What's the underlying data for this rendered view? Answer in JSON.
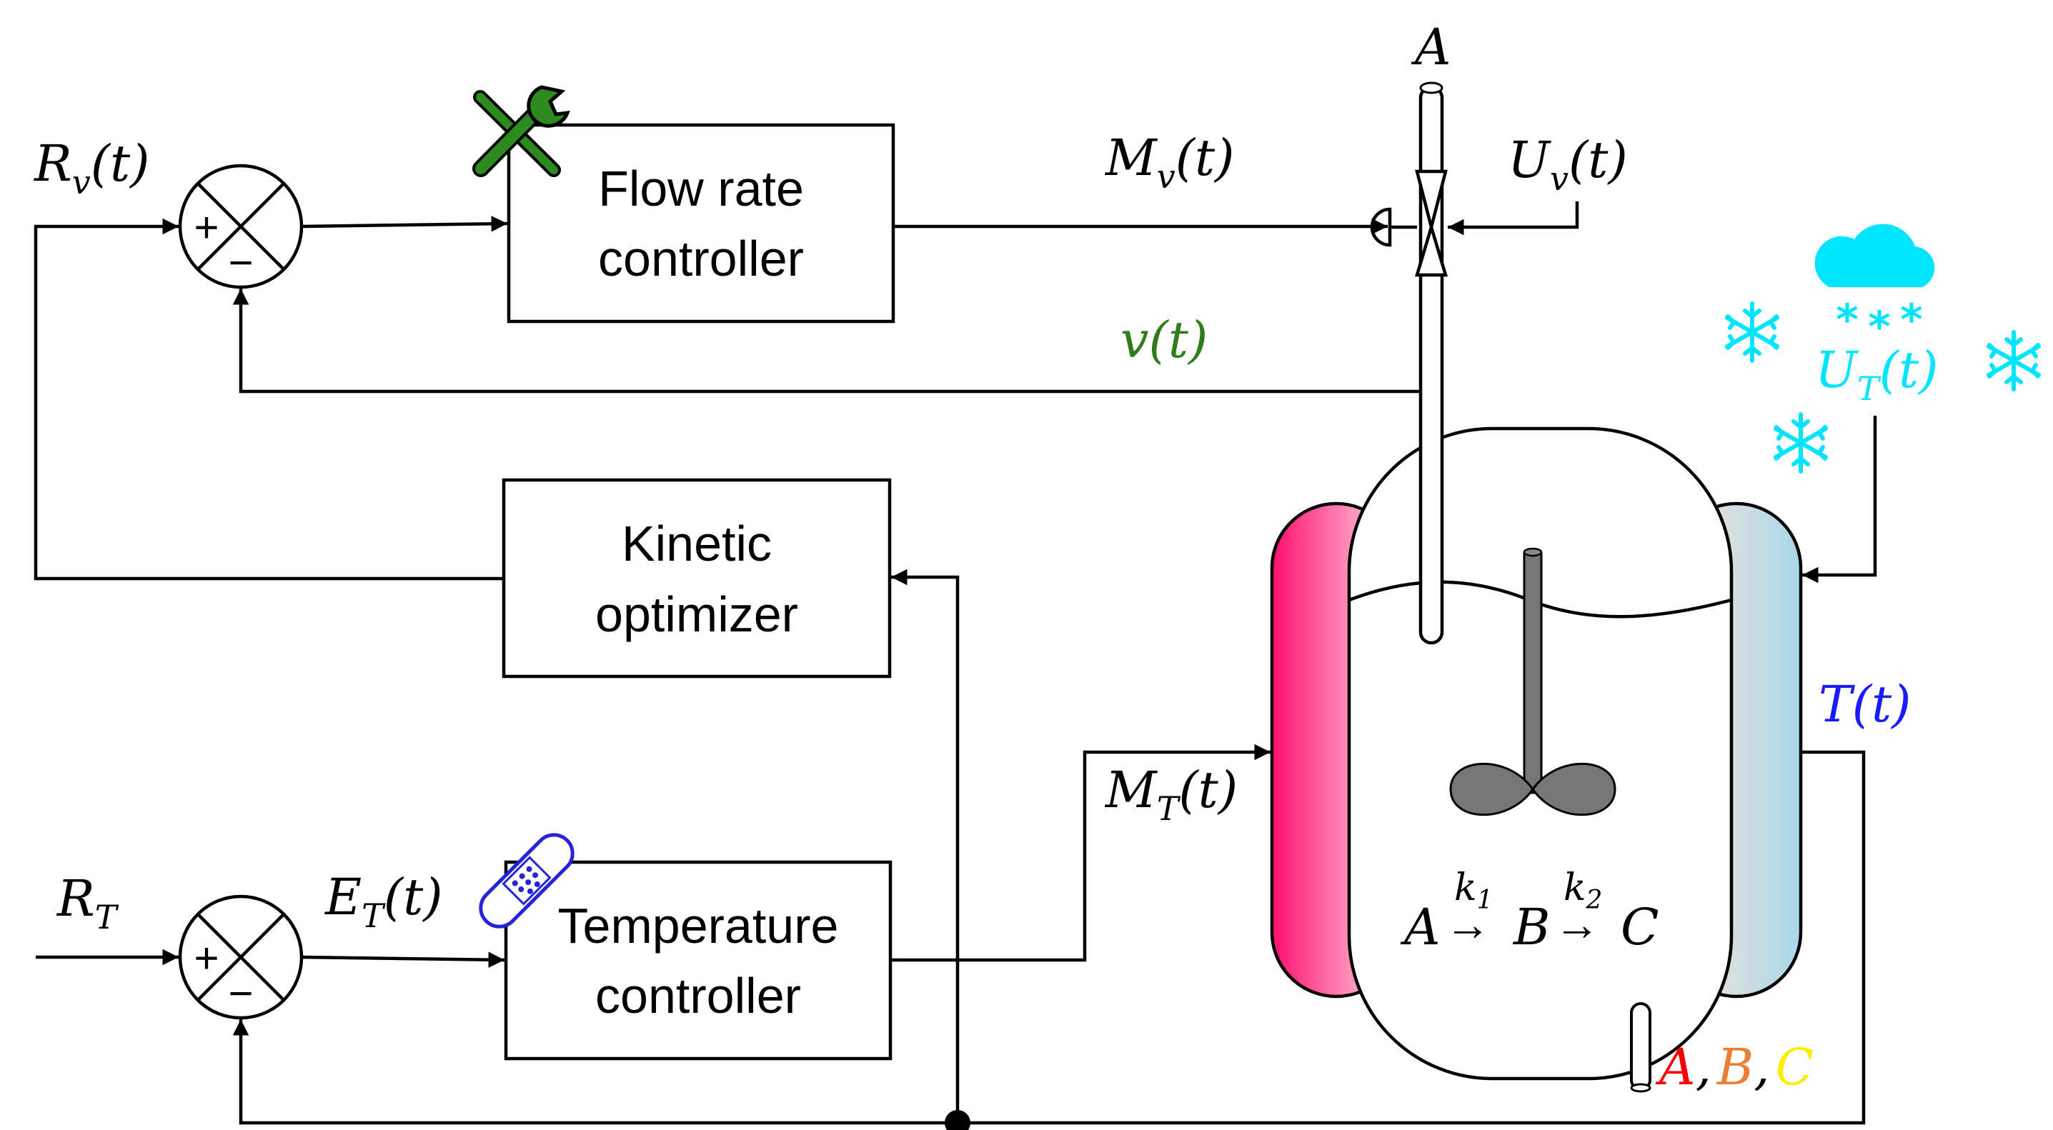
{
  "blocks": {
    "flow_controller": [
      "Flow rate",
      "controller"
    ],
    "kinetic_optimizer": [
      "Kinetic",
      "optimizer"
    ],
    "temperature_controller": [
      "Temperature",
      "controller"
    ]
  },
  "summing_junctions": {
    "top": {
      "plus": "+",
      "minus": "−"
    },
    "bottom": {
      "plus": "+",
      "minus": "−"
    }
  },
  "signals": {
    "r_v": {
      "main": "R",
      "sub": "v",
      "arg": "(t)"
    },
    "m_v": {
      "main": "M",
      "sub": "v",
      "arg": "(t)"
    },
    "u_v": {
      "main": "U",
      "sub": "v",
      "arg": "(t)"
    },
    "v": {
      "text": "v(t)"
    },
    "u_t": {
      "main": "U",
      "sub": "T",
      "arg": "(t)"
    },
    "t": {
      "text": "T(t)"
    },
    "m_t": {
      "main": "M",
      "sub": "T",
      "arg": "(t)"
    },
    "r_t": {
      "main": "R",
      "sub": "T"
    },
    "e_t": {
      "main": "E",
      "sub": "T",
      "arg": "(t)"
    }
  },
  "feed_label": "A",
  "reaction": {
    "a": "A",
    "b": "B",
    "c": "C",
    "arrow": "→",
    "k1": {
      "main": "k",
      "sub": "1"
    },
    "k2": {
      "main": "k",
      "sub": "2"
    }
  },
  "product_labels": {
    "a": "A",
    "comma1": ",",
    "b": "B",
    "comma2": ",",
    "c": "C"
  },
  "icons": [
    "wrench-screwdriver-icon",
    "bandage-icon",
    "snow-cloud-icon",
    "snowflake-icon"
  ],
  "colors": {
    "v_signal": "#2e7d1a",
    "cold_signal": "#00e5ff",
    "temperature": "#1a1aff",
    "product_a": "#ff0000",
    "product_b": "#ed7d31",
    "product_c": "#ffee00",
    "hot_jacket": "#ff0f6e",
    "cold_jacket": "#a8d8ea",
    "wrench": "#2d8a1f",
    "bandage": "#2424d8"
  }
}
